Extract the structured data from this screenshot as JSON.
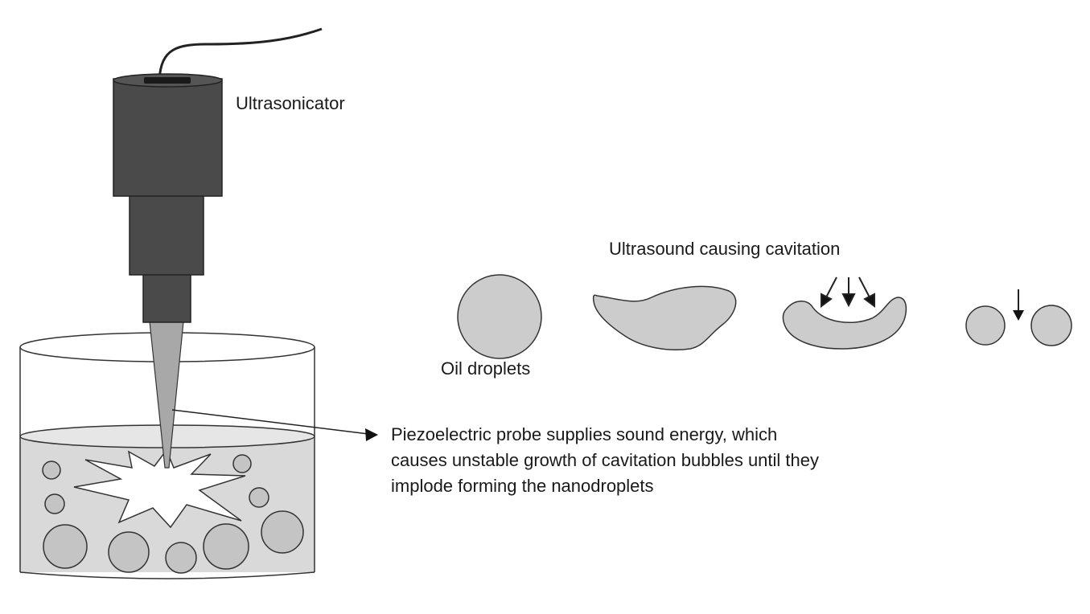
{
  "labels": {
    "ultrasonicator": "Ultrasonicator",
    "cavitation": "Ultrasound causing cavitation",
    "oil_droplets": "Oil droplets"
  },
  "description": {
    "line1": "Piezoelectric probe supplies sound energy, which",
    "line2": "causes unstable growth of cavitation bubbles until they",
    "line3": "implode forming the nanodroplets"
  },
  "colors": {
    "device": "#4a4a4a",
    "probe_tip": "#a8a8a8",
    "droplet_fill": "#cccccc",
    "liquid": "#d9d9d9",
    "outline": "#222222"
  }
}
